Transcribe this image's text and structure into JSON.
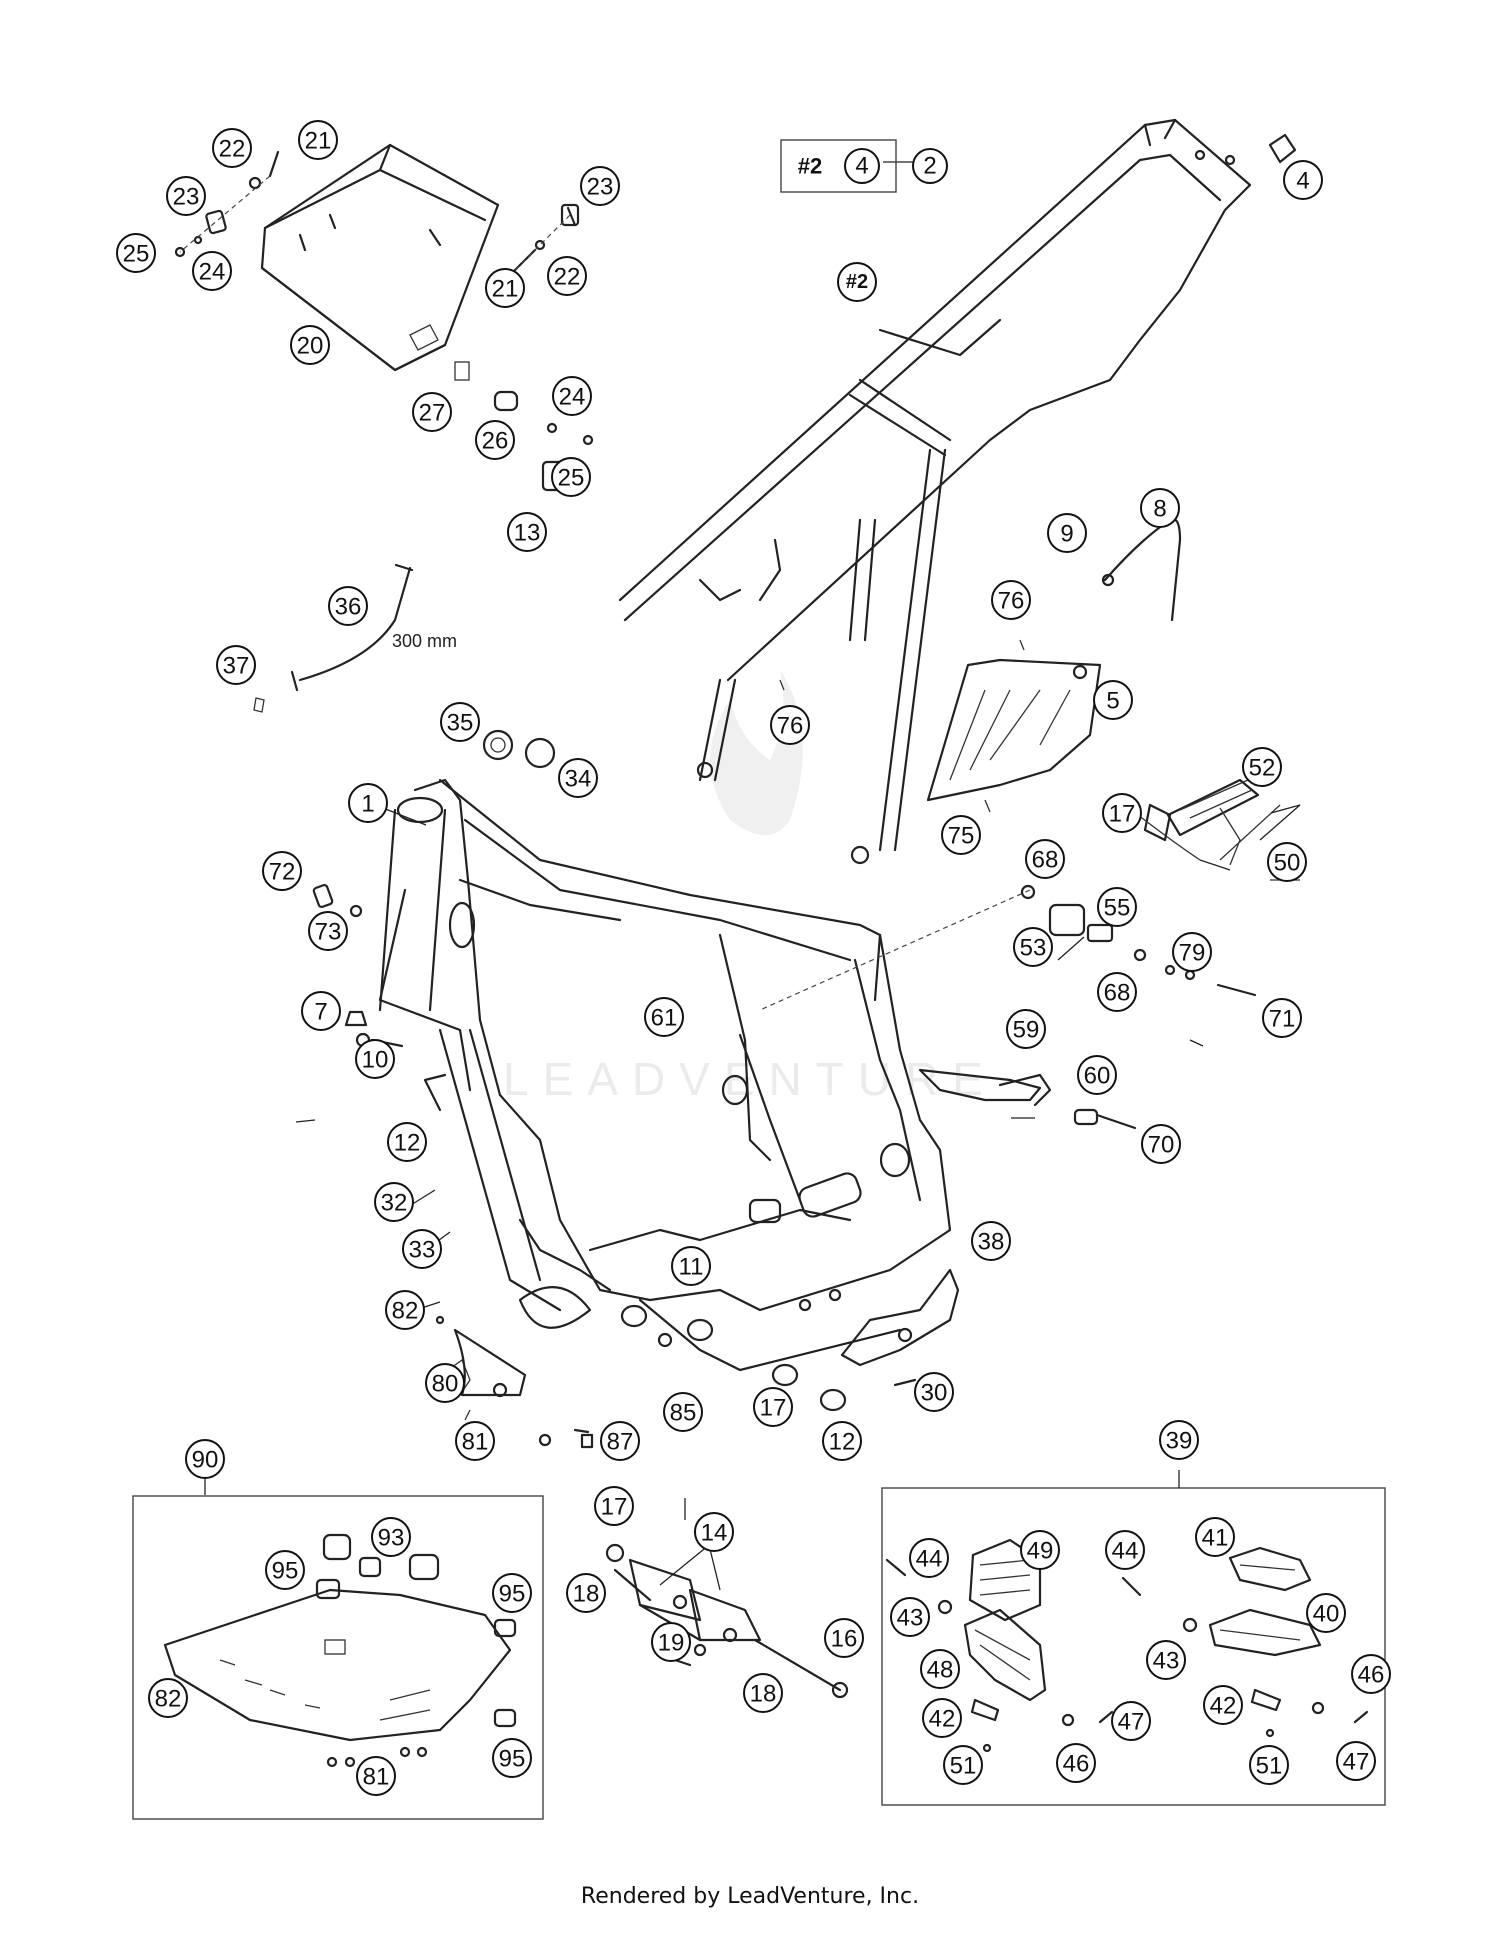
{
  "watermark": "LEADVENTURE",
  "footer": "Rendered by LeadVenture, Inc.",
  "label_36": "300 mm",
  "ref_box": {
    "hash_label": "#2",
    "item": "4",
    "callout": "2"
  },
  "frame_tag": "#2",
  "callouts": [
    {
      "n": "22"
    },
    {
      "n": "21"
    },
    {
      "n": "23"
    },
    {
      "n": "25"
    },
    {
      "n": "24"
    },
    {
      "n": "20"
    },
    {
      "n": "23"
    },
    {
      "n": "22"
    },
    {
      "n": "21"
    },
    {
      "n": "27"
    },
    {
      "n": "24"
    },
    {
      "n": "26"
    },
    {
      "n": "25"
    },
    {
      "n": "13"
    },
    {
      "n": "36"
    },
    {
      "n": "37"
    },
    {
      "n": "35"
    },
    {
      "n": "34"
    },
    {
      "n": "4"
    },
    {
      "n": "9"
    },
    {
      "n": "8"
    },
    {
      "n": "76"
    },
    {
      "n": "5"
    },
    {
      "n": "76"
    },
    {
      "n": "52"
    },
    {
      "n": "17"
    },
    {
      "n": "75"
    },
    {
      "n": "50"
    },
    {
      "n": "1"
    },
    {
      "n": "72"
    },
    {
      "n": "73"
    },
    {
      "n": "68"
    },
    {
      "n": "55"
    },
    {
      "n": "53"
    },
    {
      "n": "79"
    },
    {
      "n": "68"
    },
    {
      "n": "71"
    },
    {
      "n": "61"
    },
    {
      "n": "7"
    },
    {
      "n": "10"
    },
    {
      "n": "59"
    },
    {
      "n": "60"
    },
    {
      "n": "70"
    },
    {
      "n": "12"
    },
    {
      "n": "32"
    },
    {
      "n": "33"
    },
    {
      "n": "11"
    },
    {
      "n": "38"
    },
    {
      "n": "82"
    },
    {
      "n": "80"
    },
    {
      "n": "85"
    },
    {
      "n": "17"
    },
    {
      "n": "30"
    },
    {
      "n": "12"
    },
    {
      "n": "81"
    },
    {
      "n": "87"
    },
    {
      "n": "90"
    },
    {
      "n": "93"
    },
    {
      "n": "95"
    },
    {
      "n": "95"
    },
    {
      "n": "82"
    },
    {
      "n": "81"
    },
    {
      "n": "95"
    },
    {
      "n": "17"
    },
    {
      "n": "14"
    },
    {
      "n": "18"
    },
    {
      "n": "19"
    },
    {
      "n": "16"
    },
    {
      "n": "18"
    },
    {
      "n": "39"
    },
    {
      "n": "44"
    },
    {
      "n": "49"
    },
    {
      "n": "44"
    },
    {
      "n": "41"
    },
    {
      "n": "43"
    },
    {
      "n": "40"
    },
    {
      "n": "48"
    },
    {
      "n": "43"
    },
    {
      "n": "42"
    },
    {
      "n": "47"
    },
    {
      "n": "46"
    },
    {
      "n": "42"
    },
    {
      "n": "51"
    },
    {
      "n": "46"
    },
    {
      "n": "51"
    },
    {
      "n": "47"
    }
  ]
}
